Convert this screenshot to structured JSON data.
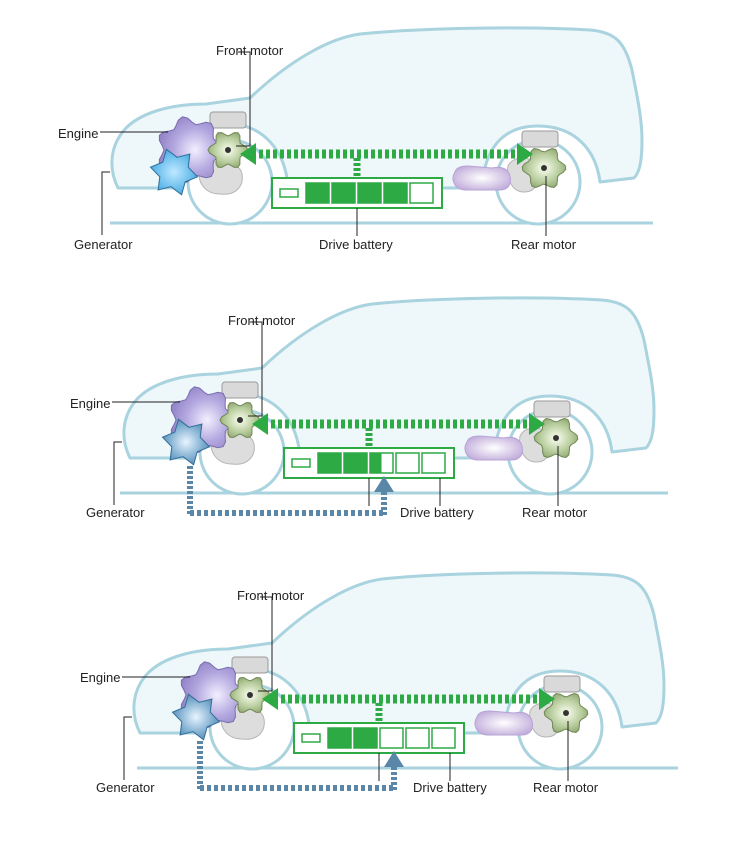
{
  "colors": {
    "car_outline": "#a9d3de",
    "car_fill": "#eef7fa",
    "ground": "#a9d3de",
    "engine": "#9c8fcf",
    "generator_active": "#5fb8ea",
    "generator_dim": "#7fa9c9",
    "front_motor": "#a8bf8e",
    "rear_motor": "#a8bf8e",
    "battery_green": "#2eaa45",
    "flow_green": "#2eaa45",
    "flow_blue": "#5a87a8",
    "gearbox": "#d9d9d9",
    "rear_unit": "#c9b7dc"
  },
  "panels": [
    {
      "mode": "generator_active",
      "battery_cells_filled": 4,
      "battery_cells_total": 5,
      "generator_to_battery_flow": false,
      "labels": {
        "front_motor": "Front motor",
        "engine": "Engine",
        "generator": "Generator",
        "drive_battery": "Drive battery",
        "rear_motor": "Rear motor"
      }
    },
    {
      "mode": "charging",
      "battery_cells_filled": 2.5,
      "battery_cells_total": 5,
      "generator_to_battery_flow": true,
      "labels": {
        "front_motor": "Front motor",
        "engine": "Engine",
        "generator": "Generator",
        "drive_battery": "Drive battery",
        "rear_motor": "Rear motor"
      }
    },
    {
      "mode": "charging_low",
      "battery_cells_filled": 2,
      "battery_cells_total": 5,
      "generator_to_battery_flow": true,
      "labels": {
        "front_motor": "Front motor",
        "engine": "Engine",
        "generator": "Generator",
        "drive_battery": "Drive battery",
        "rear_motor": "Rear motor"
      }
    }
  ]
}
